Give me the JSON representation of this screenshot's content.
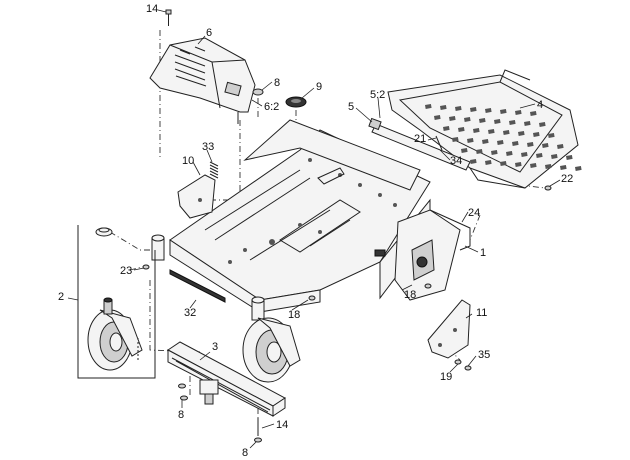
{
  "callouts": {
    "c14a": "14",
    "c6": "6",
    "c8a": "8",
    "c62": "6:2",
    "c9": "9",
    "c52": "5:2",
    "c5": "5",
    "c4": "4",
    "c21": "21",
    "c34": "34",
    "c33": "33",
    "c10": "10",
    "c22": "22",
    "c24": "24",
    "c1": "1",
    "c18a": "18",
    "c23": "23",
    "c2": "2",
    "c32": "32",
    "c18b": "18",
    "c3": "3",
    "c11": "11",
    "c35": "35",
    "c19": "19",
    "c8b": "8",
    "c14b": "14",
    "c8c": "8"
  }
}
